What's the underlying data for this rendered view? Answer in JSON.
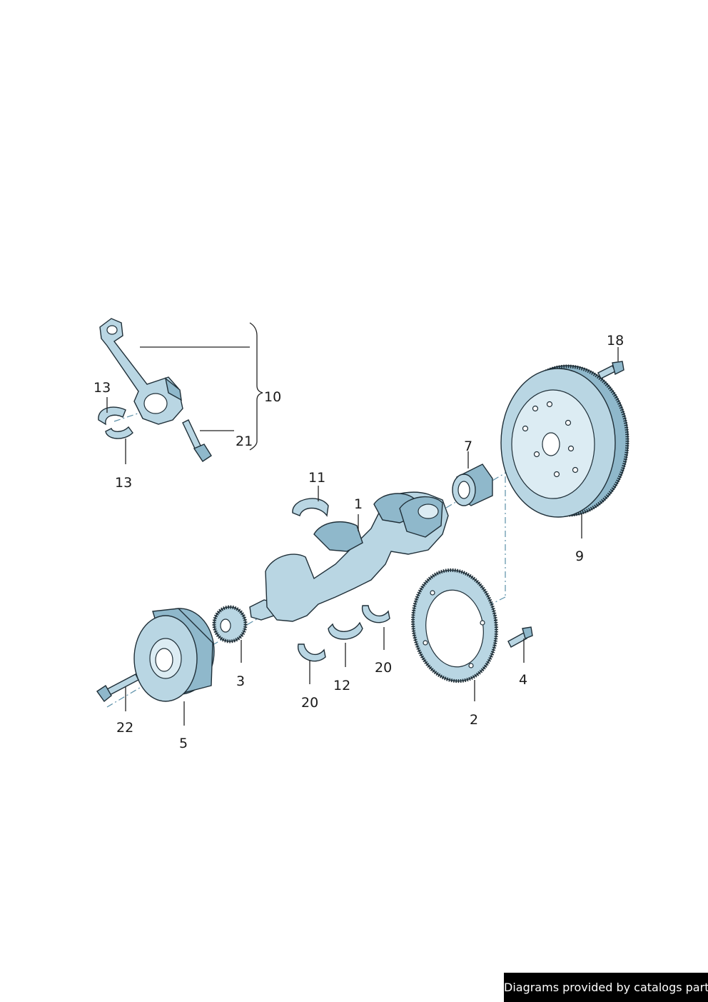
{
  "callouts": {
    "p1": "1",
    "p2": "2",
    "p3": "3",
    "p4": "4",
    "p5": "5",
    "p7": "7",
    "p9": "9",
    "p10": "10",
    "p11": "11",
    "p12": "12",
    "p13_top": "13",
    "p13_bottom": "13",
    "p18": "18",
    "p20_left": "20",
    "p20_right": "20",
    "p21": "21",
    "p22": "22"
  },
  "footer": {
    "credit": "Diagrams provided by catalogs parts"
  },
  "colors": {
    "part_fill": "#b9d6e3",
    "part_dark": "#8fb8cb",
    "outline": "#1f2f38",
    "centerline": "#5a8fa8"
  }
}
